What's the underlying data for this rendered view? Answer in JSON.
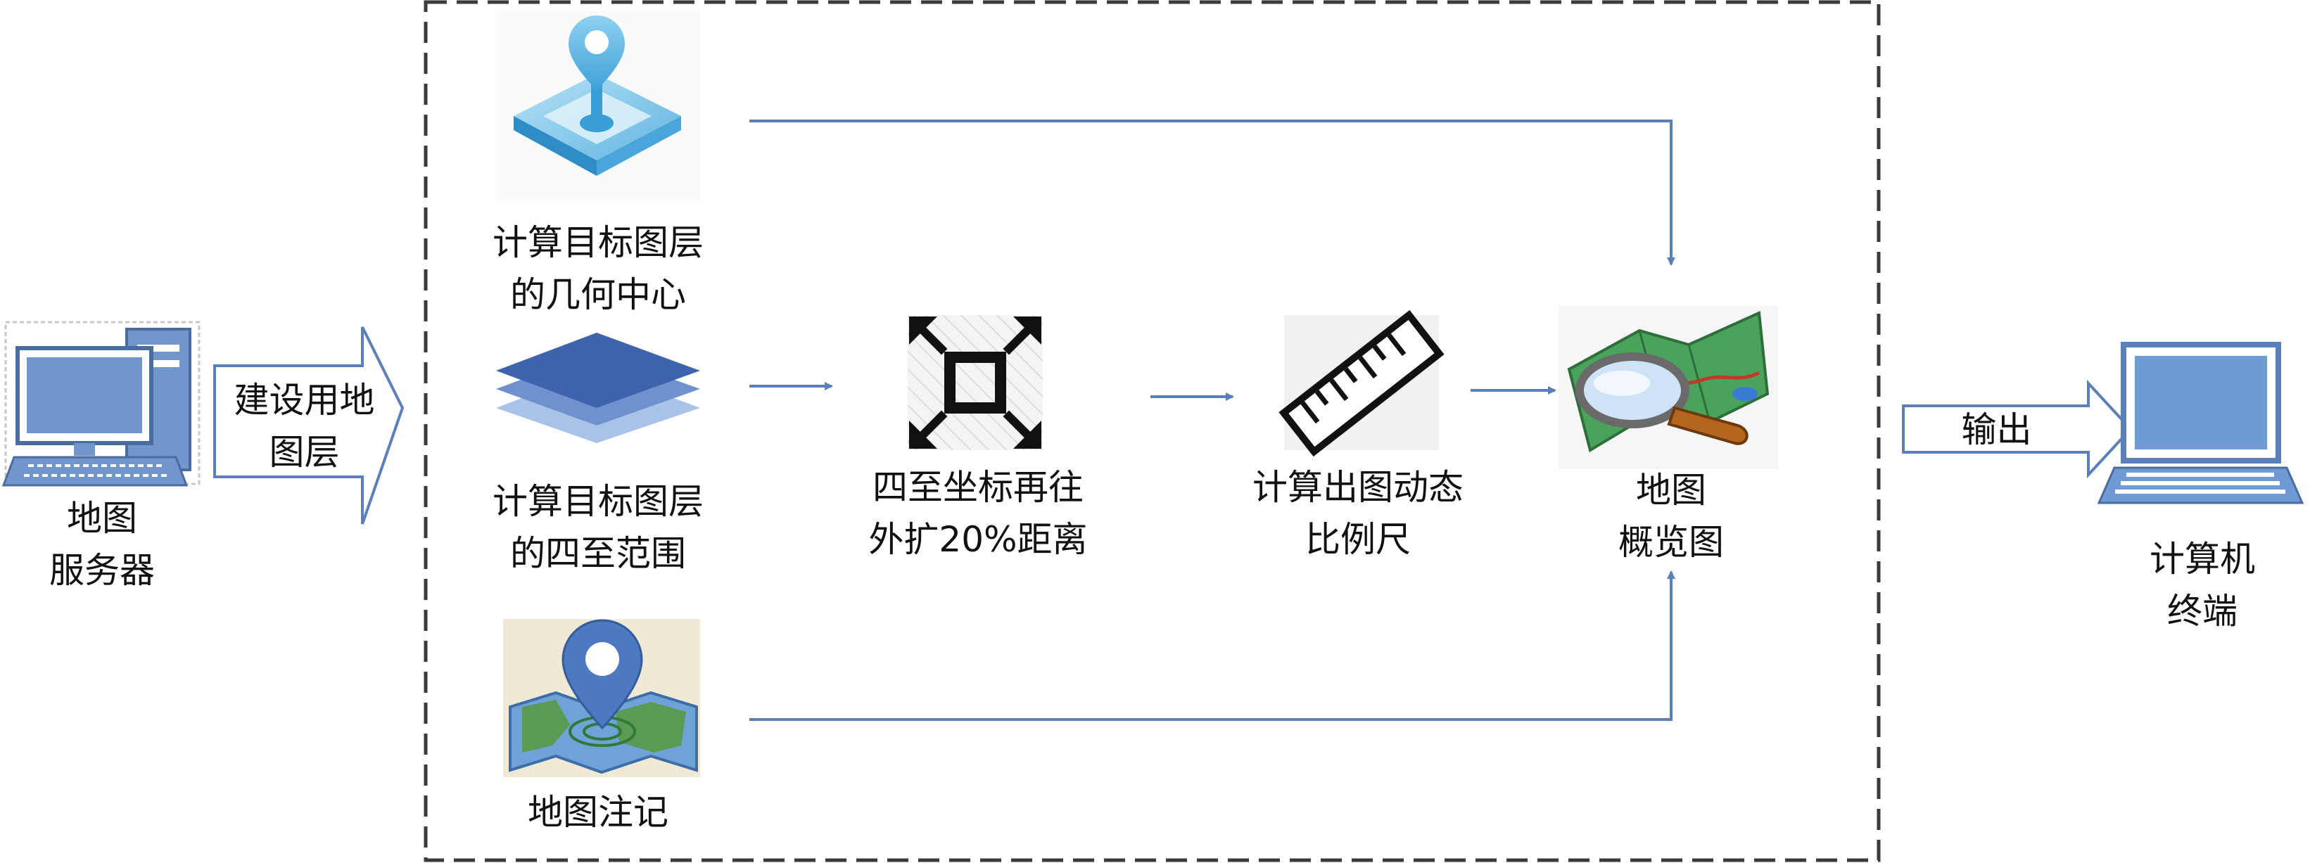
{
  "left_server": {
    "line1": "地图",
    "line2": "服务器"
  },
  "build_arrow": {
    "line1": "建设用地",
    "line2": "图层"
  },
  "geometry_center": {
    "line1": "计算目标图层",
    "line2": "的几何中心"
  },
  "extent": {
    "line1": "计算目标图层",
    "line2": "的四至范围"
  },
  "annotation": {
    "line1": "地图注记"
  },
  "expand": {
    "line1": "四至坐标再往",
    "line2": "外扩20%距离"
  },
  "scale": {
    "line1": "计算出图动态",
    "line2": "比例尺"
  },
  "overview": {
    "line1": "地图",
    "line2": "概览图"
  },
  "output_arrow": {
    "label": "输出"
  },
  "terminal": {
    "line1": "计算机",
    "line2": "终端"
  },
  "colors": {
    "accent": "#5b7fb8",
    "monitor": "#7096cc",
    "dashed_border": "#3a3a3a"
  }
}
